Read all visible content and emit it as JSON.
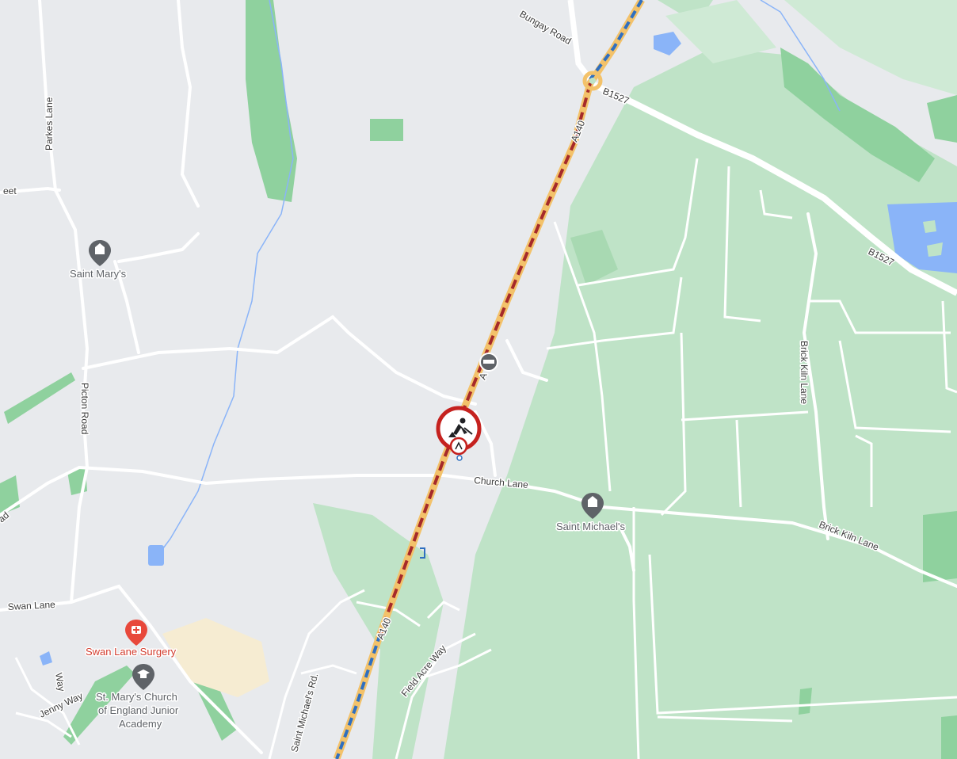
{
  "map": {
    "road_labels": {
      "bungay_road": "Bungay Road",
      "b1527_north": "B1527",
      "b1527_east": "B1527",
      "a140_north": "A140",
      "a140_mid": "A",
      "a140_south": "A140",
      "parkes_lane": "Parkes Lane",
      "street_west": "eet",
      "picton_road": "Picton Road",
      "road_west": "ad",
      "church_lane": "Church Lane",
      "brick_kiln_lane_vertical": "Brick Kiln Lane",
      "brick_kiln_lane_diagonal": "Brick Kiln Lane",
      "swan_lane": "Swan Lane",
      "saint_michaels_rd": "Saint Michael's Rd.",
      "field_acre_way": "Field Acre Way",
      "jenny_way": "Jenny Way",
      "way_fragment": "Way"
    },
    "pois": {
      "saint_marys": "Saint Mary's",
      "saint_michaels": "Saint Michael's",
      "swan_lane_surgery": "Swan Lane Surgery",
      "school_line1": "St. Mary's Church",
      "school_line2": "of England Junior",
      "school_line3": "Academy"
    },
    "icons": {
      "church": "church-icon",
      "surgery": "medical-pin-icon",
      "school": "school-icon",
      "roadworks": "roadworks-icon",
      "closure": "road-closed-icon"
    },
    "colors": {
      "background": "#e8eaed",
      "green": "#bfe3c7",
      "dark_green": "#8fd19e",
      "water": "#8ab4f8",
      "road_main": "#f3c26a",
      "traffic_red": "#a52a2a",
      "traffic_blue": "#2f6fc0",
      "roadworks_red": "#c5221f"
    }
  }
}
